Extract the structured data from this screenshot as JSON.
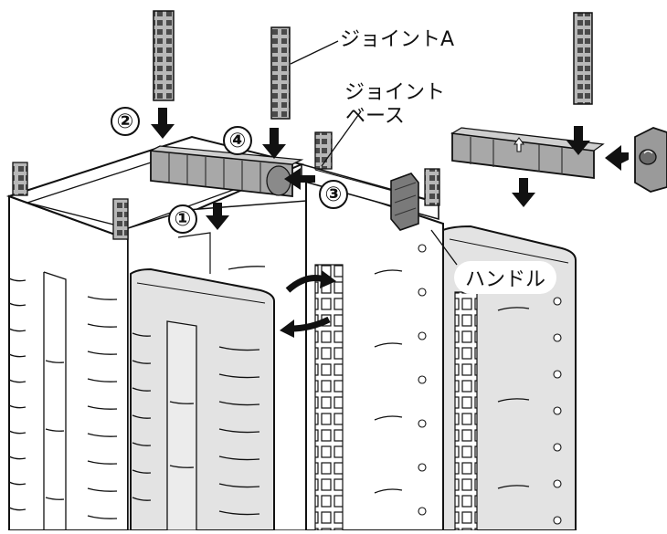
{
  "labels": {
    "joint_a": "ジョイントA",
    "joint_base_line1": "ジョイント",
    "joint_base_line2": "ベース",
    "handle": "ハンドル"
  },
  "step_markers": {
    "step1": "①",
    "step2": "②",
    "step3": "③",
    "step4": "④"
  },
  "colors": {
    "line": "#111111",
    "panel_light": "#ffffff",
    "panel_shaded": "#e3e3e3",
    "part_gray": "#9a9a9a",
    "part_dark": "#5a5a5a"
  }
}
